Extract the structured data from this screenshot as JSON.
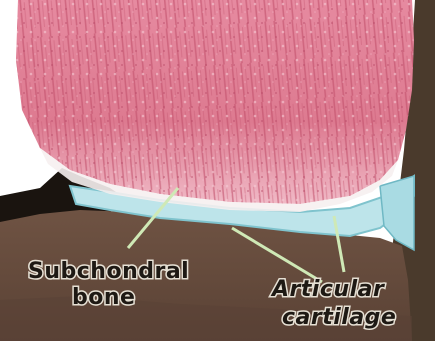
{
  "labels": {
    "subchondral_line1": "Subchondral",
    "subchondral_line2": "bone",
    "articular_line1": "Articular",
    "articular_line2": "cartilage"
  },
  "colors": {
    "background": "#ffffff",
    "bone_tissue": "#e27e93",
    "bone_tissue_light": "#f1b4c1",
    "bone_striations": "#c04f6a",
    "bone_cap_edge": "#f6f0ef",
    "articular_cartilage": "#bde4ea",
    "cartilage_outline": "#7fc3cd",
    "subchondral_bone": "#6a4f3f",
    "subchondral_bone_dark": "#4d382d",
    "dark_boundary": "#1a140f",
    "right_tissue": "#4a3a2c",
    "pointer_lines": "#cfe9b6"
  }
}
